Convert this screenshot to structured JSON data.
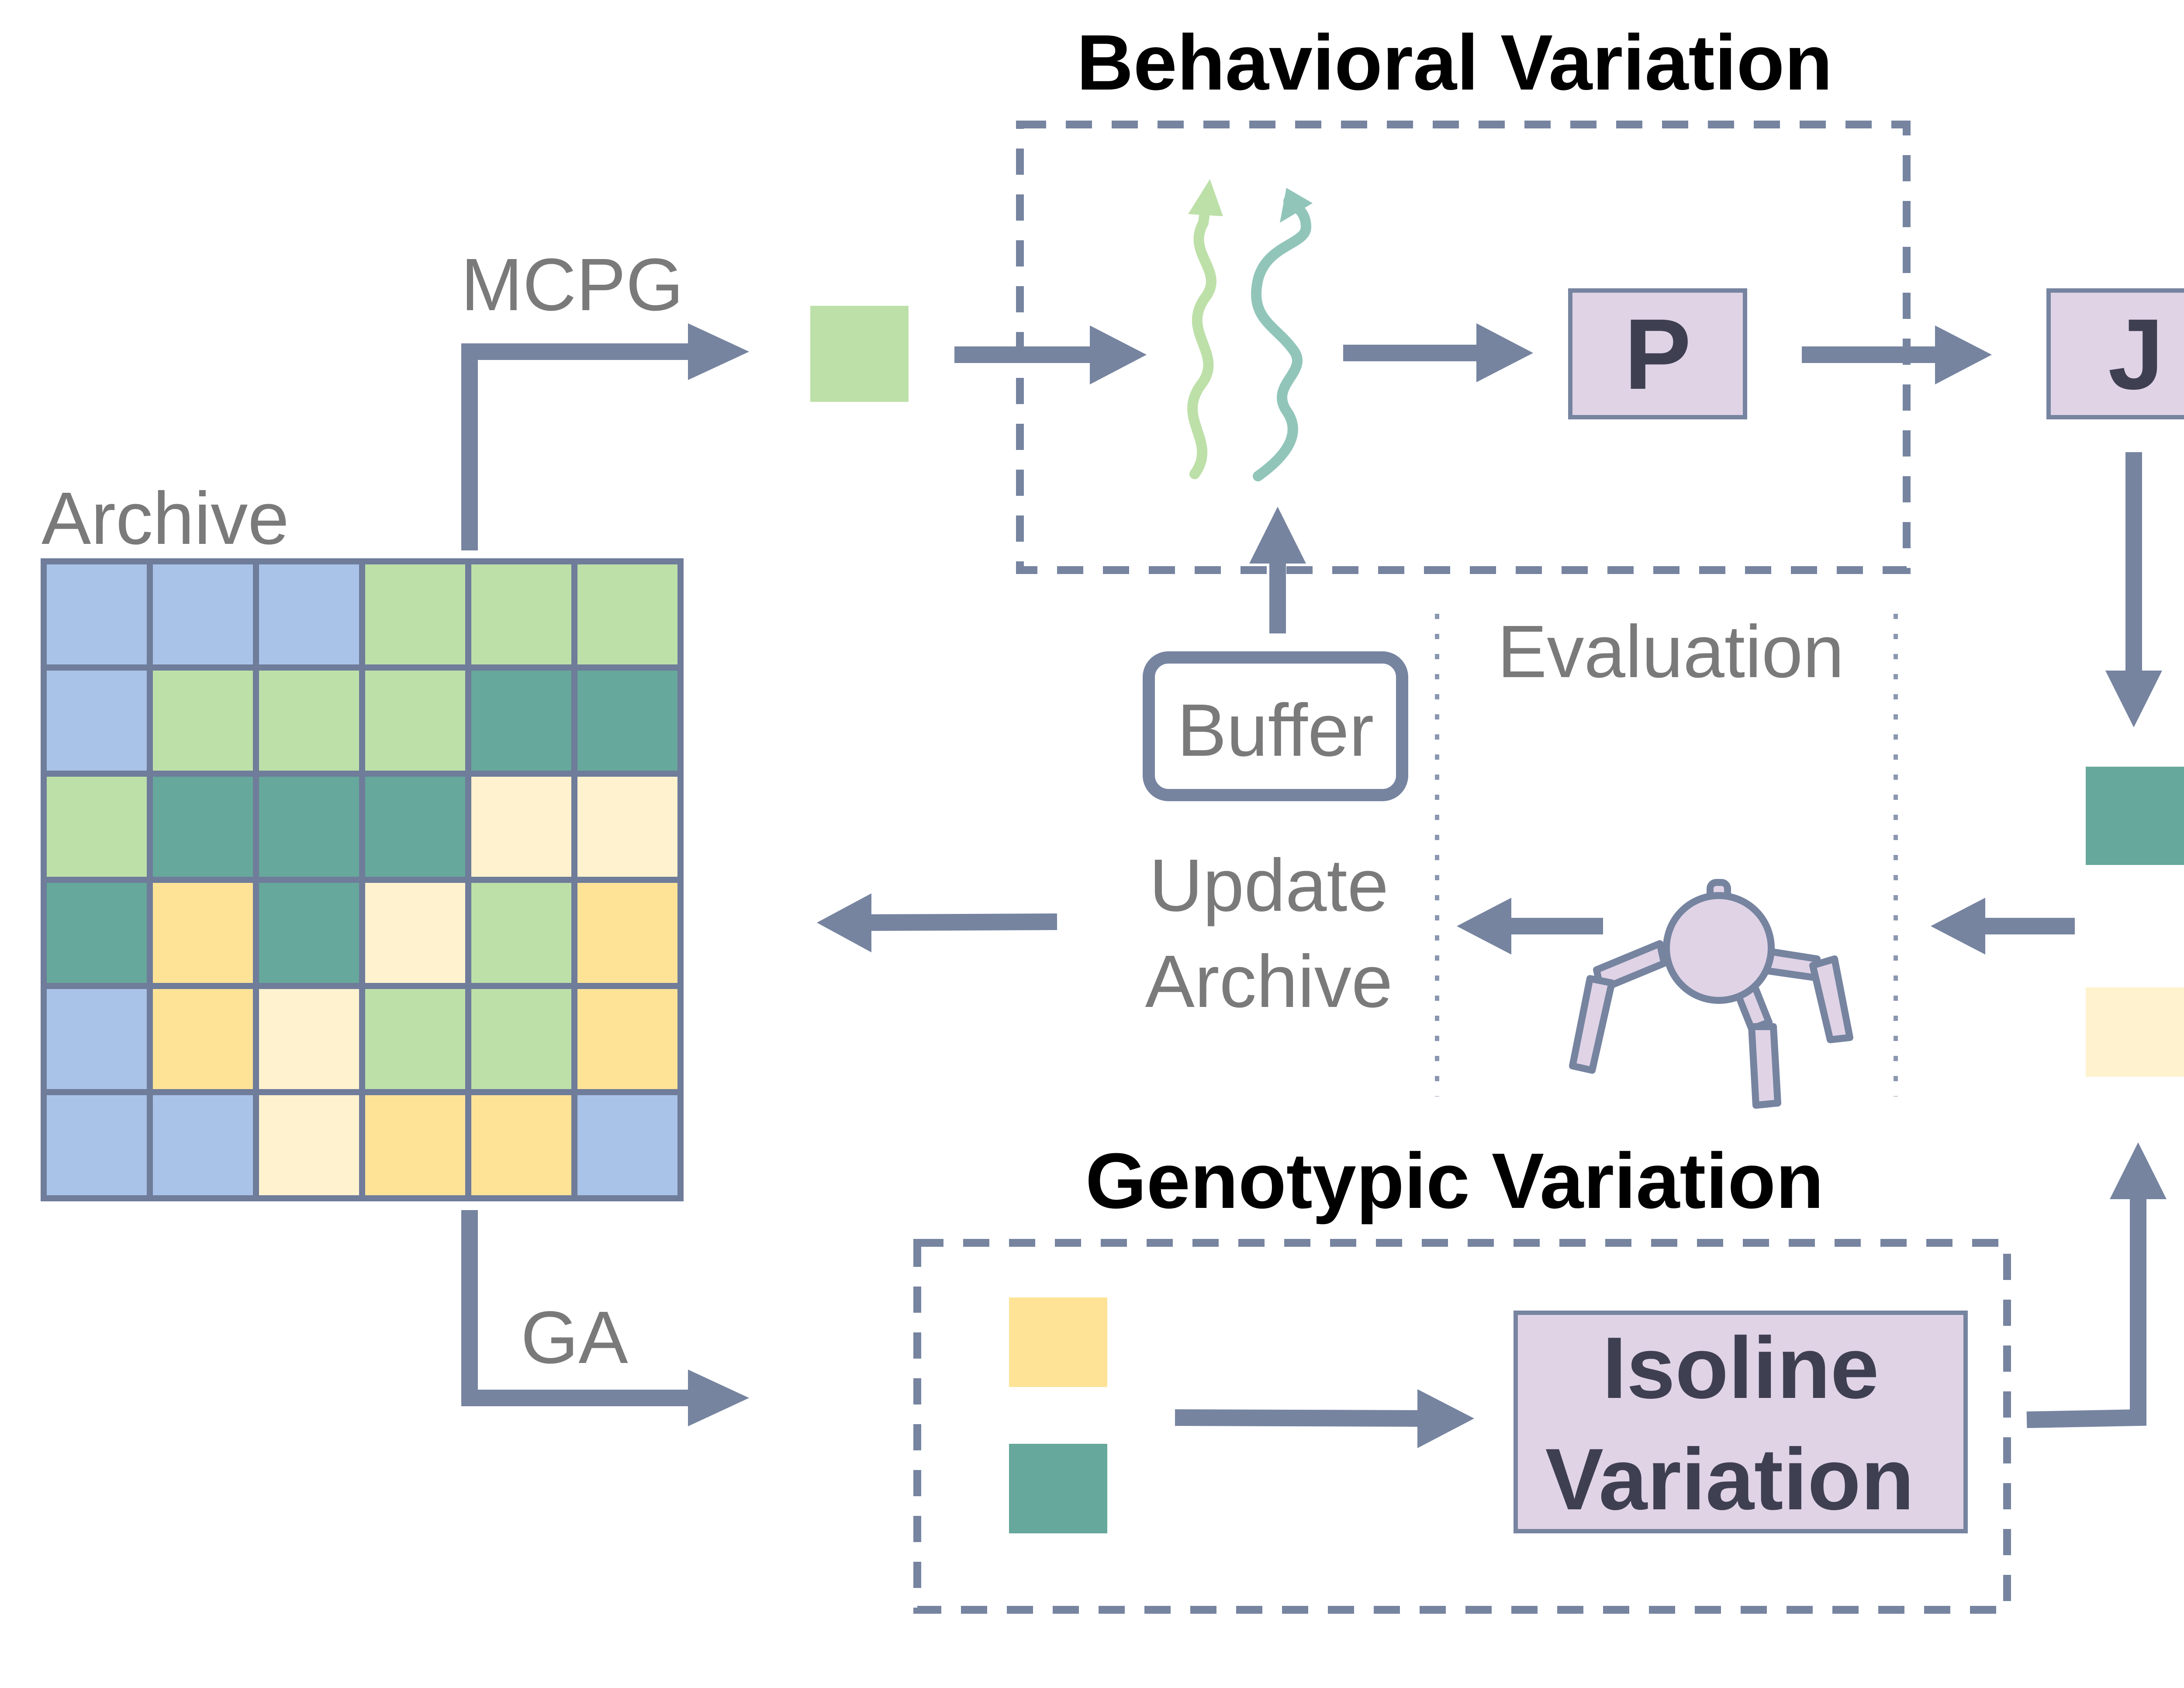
{
  "titles": {
    "behavioral": "Behavioral Variation",
    "genotypic": "Genotypic Variation"
  },
  "labels": {
    "mcpg": "MCPG",
    "archive": "Archive",
    "ga": "GA",
    "buffer": "Buffer",
    "evaluation": "Evaluation",
    "update_line1": "Update",
    "update_line2": "Archive"
  },
  "boxes": {
    "p": "P",
    "j": "J",
    "isoline_line1": "Isoline",
    "isoline_line2": "Variation"
  },
  "colors": {
    "blue": "#a9c3e8",
    "light_green": "#bde0a9",
    "teal": "#66a89b",
    "cream": "#fff2cf",
    "yellow": "#fee397",
    "box_purple": "#e0d3e6",
    "arrow": "#7684a0"
  },
  "archive_grid": [
    [
      "blue",
      "blue",
      "blue",
      "light_green",
      "light_green",
      "light_green"
    ],
    [
      "blue",
      "light_green",
      "light_green",
      "light_green",
      "teal",
      "teal"
    ],
    [
      "light_green",
      "teal",
      "teal",
      "teal",
      "cream",
      "cream"
    ],
    [
      "teal",
      "yellow",
      "teal",
      "cream",
      "light_green",
      "yellow"
    ],
    [
      "blue",
      "yellow",
      "cream",
      "light_green",
      "light_green",
      "yellow"
    ],
    [
      "blue",
      "blue",
      "cream",
      "yellow",
      "yellow",
      "blue"
    ]
  ],
  "icons": {
    "trajectories": "wavy-trajectories-icon",
    "robot": "quadruped-robot-icon"
  }
}
